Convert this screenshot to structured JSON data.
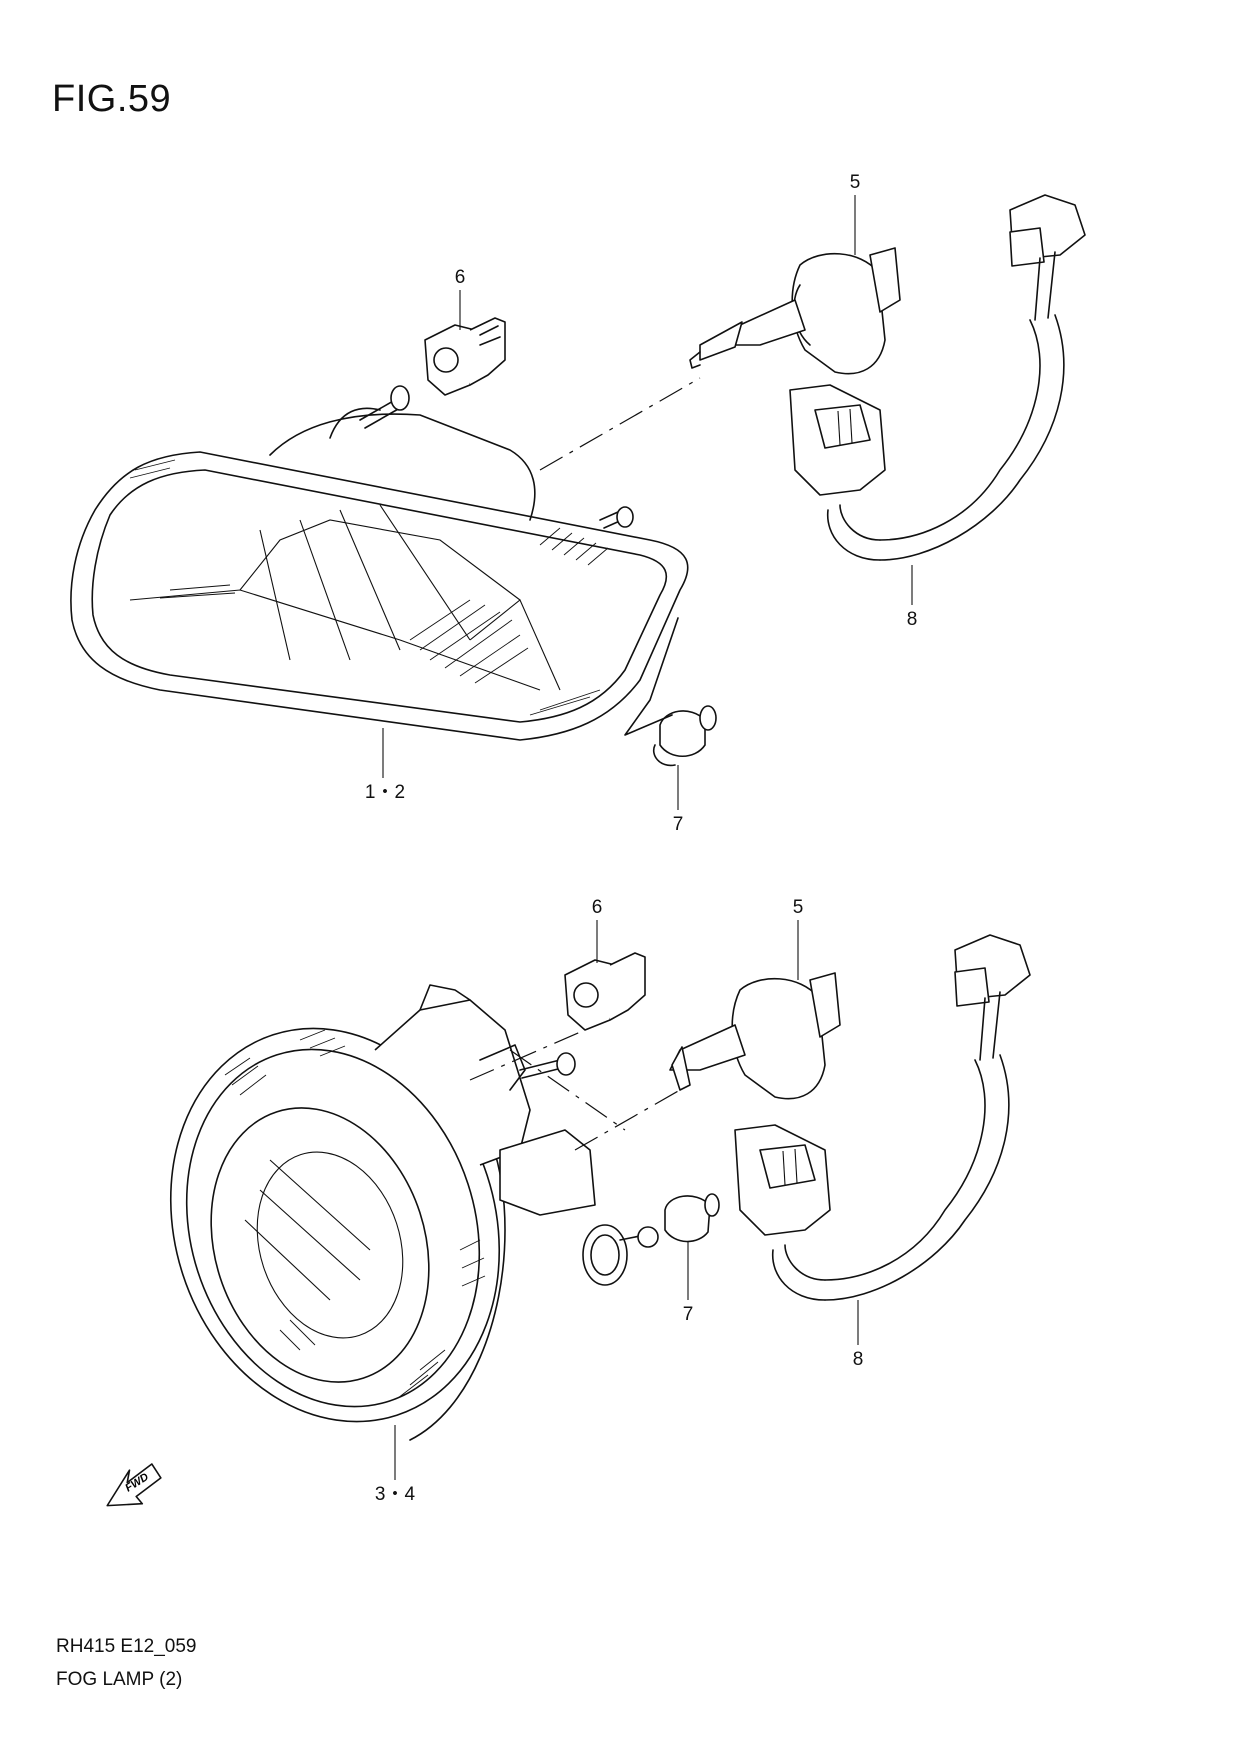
{
  "figure": {
    "title": "FIG.59",
    "code": "RH415 E12_059",
    "name": "FOG LAMP (2)"
  },
  "callouts_upper": {
    "headlamp": "1・2",
    "bulb": "5",
    "bulb_socket": "6",
    "small_bulb": "7",
    "harness": "8"
  },
  "callouts_lower": {
    "foglamp": "3・4",
    "bulb": "5",
    "bulb_socket": "6",
    "small_bulb": "7",
    "harness": "8"
  },
  "fwd_label": "FWD"
}
